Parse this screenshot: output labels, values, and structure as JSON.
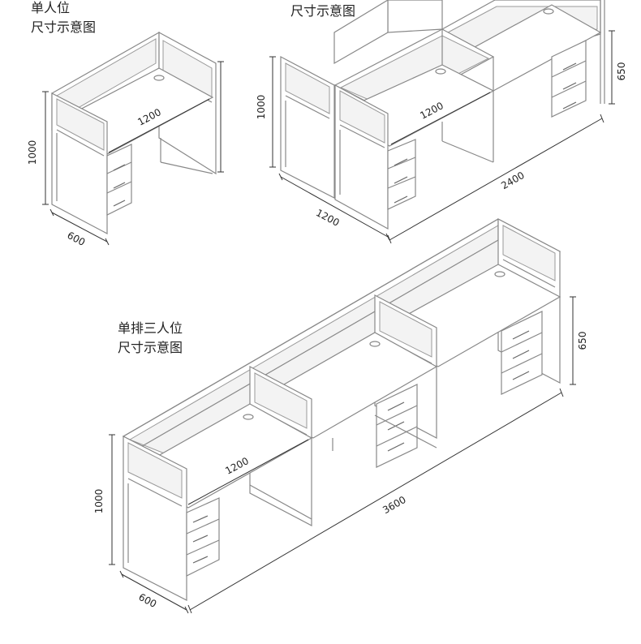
{
  "captions": {
    "single": [
      "单人位",
      "尺寸示意图"
    ],
    "double": [
      "尺寸示意图"
    ],
    "triple": [
      "单排三人位",
      "尺寸示意图"
    ]
  },
  "dimensions": {
    "single": {
      "height": "1000",
      "width": "1200",
      "depth": "600"
    },
    "double": {
      "height": "1000",
      "width": "1200",
      "total": "2400",
      "depth": "1200",
      "drawer": "650"
    },
    "triple": {
      "height": "1000",
      "width": "1200",
      "total": "3600",
      "depth": "600",
      "drawer": "650"
    }
  }
}
